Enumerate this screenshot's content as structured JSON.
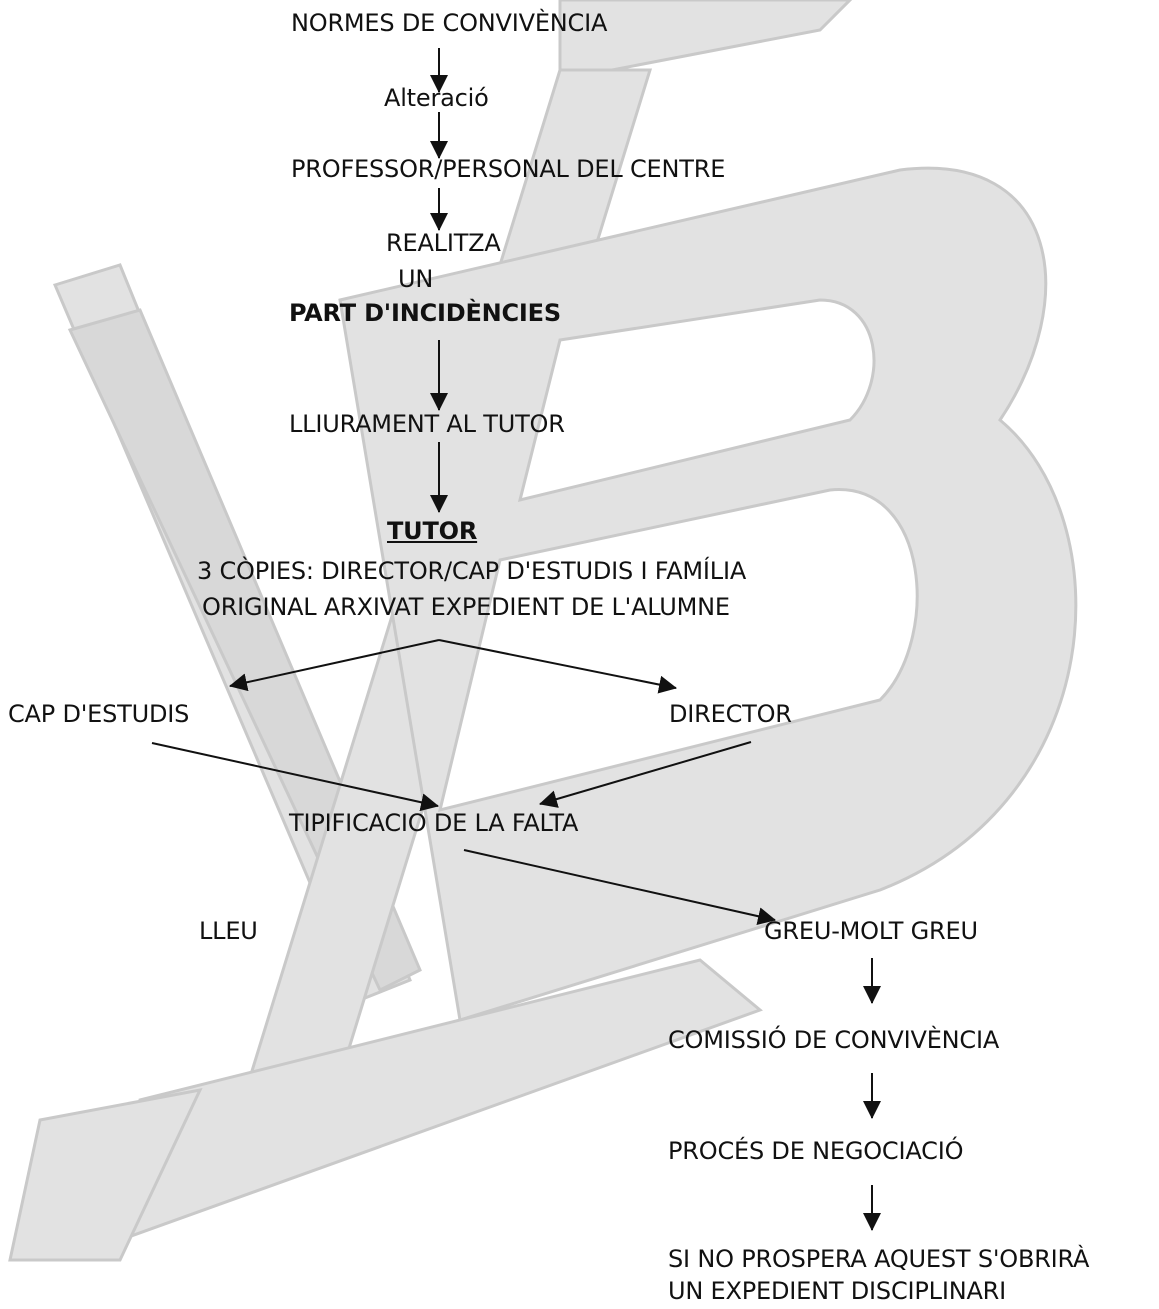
{
  "watermark": {
    "logo": "VB",
    "color": "#d4d4d4"
  },
  "nodes": {
    "normes": "NORMES DE CONVIVÈNCIA",
    "alteracio": "Alteració",
    "professor": "PROFESSOR/PERSONAL DEL CENTRE",
    "realitza": "REALITZA",
    "un": "UN",
    "part": "PART D'INCIDÈNCIES",
    "lliurament": "LLIURAMENT AL TUTOR",
    "tutor": "TUTOR",
    "copies": "3 CÒPIES: DIRECTOR/CAP D'ESTUDIS I FAMÍLIA",
    "original": "ORIGINAL ARXIVAT EXPEDIENT DE L'ALUMNE",
    "cap": "CAP D'ESTUDIS",
    "director": "DIRECTOR",
    "tipificacio": "TIPIFICACIO DE LA FALTA",
    "lleu": "LLEU",
    "greu": "GREU-MOLT GREU",
    "comissio": "COMISSIÓ DE CONVIVÈNCIA",
    "proces": "PROCÉS DE NEGOCIACIÓ",
    "expedient_1": "SI NO PROSPERA AQUEST S'OBRIRÀ",
    "expedient_2": "UN EXPEDIENT DISCIPLINARI"
  },
  "styles": {
    "arrow_color": "#111111"
  }
}
